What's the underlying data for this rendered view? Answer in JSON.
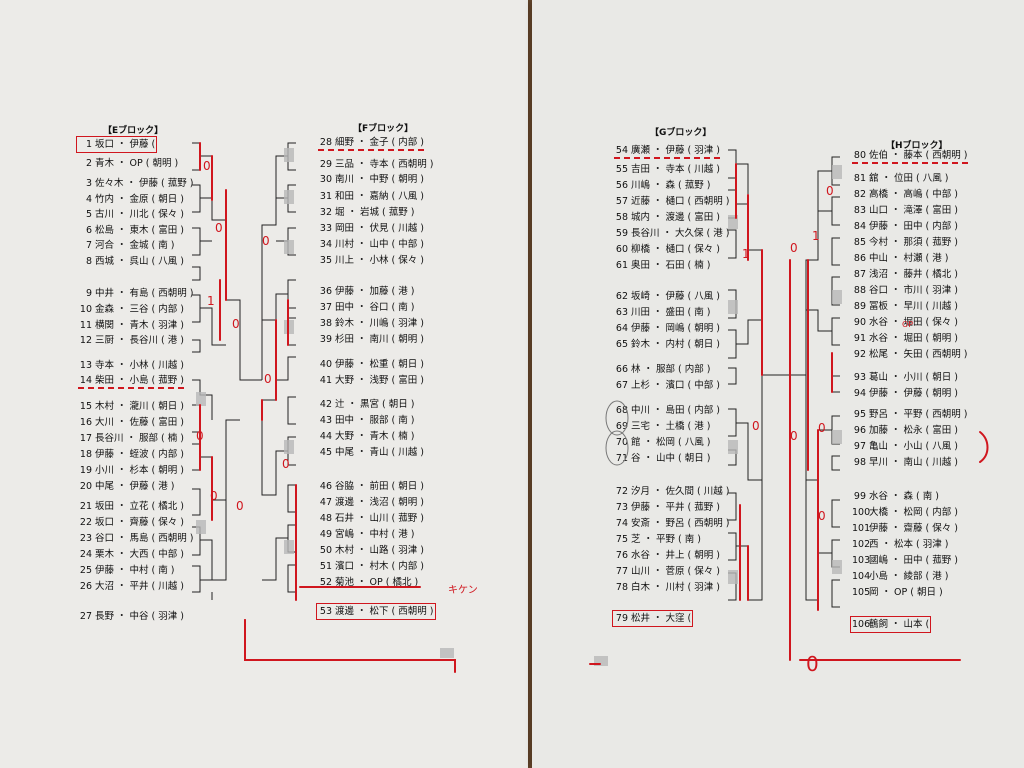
{
  "blocks": {
    "E": {
      "title": "【Eブロック】",
      "entries": [
        {
          "num": "1",
          "names": "坂口 ・ 伊藤",
          "team": "(",
          "mark": "box"
        },
        {
          "num": "2",
          "names": "青木 ・ OP",
          "team": "( 朝明 )"
        },
        {
          "num": "3",
          "names": "佐々木 ・ 伊藤",
          "team": "( 菰野 )"
        },
        {
          "num": "4",
          "names": "竹内 ・ 金原",
          "team": "( 朝日 )"
        },
        {
          "num": "5",
          "names": "古川 ・ 川北",
          "team": "( 保々 )"
        },
        {
          "num": "6",
          "names": "松島 ・ 東木",
          "team": "( 富田 )"
        },
        {
          "num": "7",
          "names": "河合 ・ 金城",
          "team": "( 南 )"
        },
        {
          "num": "8",
          "names": "西城 ・ 呉山",
          "team": "( 八風 )"
        },
        {
          "num": "9",
          "names": "中井 ・ 有島",
          "team": "( 西朝明 )"
        },
        {
          "num": "10",
          "names": "金森 ・ 三谷",
          "team": "( 内部 )"
        },
        {
          "num": "11",
          "names": "横関 ・ 青木",
          "team": "( 羽津 )"
        },
        {
          "num": "12",
          "names": "三厨 ・ 長谷川",
          "team": "( 港 )"
        },
        {
          "num": "13",
          "names": "寺本 ・ 小林",
          "team": "( 川越 )"
        },
        {
          "num": "14",
          "names": "柴田 ・ 小島",
          "team": "( 菰野 )",
          "mark": "dash"
        },
        {
          "num": "15",
          "names": "木村 ・ 瀧川",
          "team": "( 朝日 )"
        },
        {
          "num": "16",
          "names": "大川 ・ 佐藤",
          "team": "( 富田 )"
        },
        {
          "num": "17",
          "names": "長谷川 ・ 服部",
          "team": "( 楠 )"
        },
        {
          "num": "18",
          "names": "伊藤 ・ 蛭波",
          "team": "( 内部 )"
        },
        {
          "num": "19",
          "names": "小川 ・ 杉本",
          "team": "( 朝明 )"
        },
        {
          "num": "20",
          "names": "中尾 ・ 伊藤",
          "team": "( 港 )"
        },
        {
          "num": "21",
          "names": "坂田 ・ 立花",
          "team": "( 橘北 )"
        },
        {
          "num": "22",
          "names": "坂口 ・ 齊藤",
          "team": "( 保々 )"
        },
        {
          "num": "23",
          "names": "谷口 ・ 馬島",
          "team": "( 西朝明 )"
        },
        {
          "num": "24",
          "names": "栗木 ・ 大西",
          "team": "( 中部 )"
        },
        {
          "num": "25",
          "names": "伊藤 ・ 中村",
          "team": "( 南 )"
        },
        {
          "num": "26",
          "names": "大沼 ・ 平井",
          "team": "( 川越 )"
        },
        {
          "num": "27",
          "names": "長野 ・ 中谷",
          "team": "( 羽津 )"
        }
      ]
    },
    "F": {
      "title": "【Fブロック】",
      "entries": [
        {
          "num": "28",
          "names": "細野 ・ 金子",
          "team": "( 内部 )",
          "mark": "dash"
        },
        {
          "num": "29",
          "names": "三品 ・ 寺本",
          "team": "( 西朝明 )"
        },
        {
          "num": "30",
          "names": "南川 ・ 中野",
          "team": "( 朝明 )"
        },
        {
          "num": "31",
          "names": "和田 ・ 嘉納",
          "team": "( 八風 )"
        },
        {
          "num": "32",
          "names": "堀 ・ 岩城",
          "team": "( 菰野 )"
        },
        {
          "num": "33",
          "names": "岡田 ・ 伏見",
          "team": "( 川越 )"
        },
        {
          "num": "34",
          "names": "川村 ・ 山中",
          "team": "( 中部 )"
        },
        {
          "num": "35",
          "names": "川上 ・ 小林",
          "team": "( 保々 )"
        },
        {
          "num": "36",
          "names": "伊藤 ・ 加藤",
          "team": "( 港 )"
        },
        {
          "num": "37",
          "names": "田中 ・ 谷口",
          "team": "( 南 )"
        },
        {
          "num": "38",
          "names": "鈴木 ・ 川嶋",
          "team": "( 羽津 )"
        },
        {
          "num": "39",
          "names": "杉田 ・ 南川",
          "team": "( 朝明 )"
        },
        {
          "num": "40",
          "names": "伊藤 ・ 松重",
          "team": "( 朝日 )"
        },
        {
          "num": "41",
          "names": "大野 ・ 浅野",
          "team": "( 富田 )"
        },
        {
          "num": "42",
          "names": "辻 ・ 黒宮",
          "team": "( 朝日 )"
        },
        {
          "num": "43",
          "names": "田中 ・ 服部",
          "team": "( 南 )"
        },
        {
          "num": "44",
          "names": "大野 ・ 青木",
          "team": "( 楠 )"
        },
        {
          "num": "45",
          "names": "中尾 ・ 青山",
          "team": "( 川越 )"
        },
        {
          "num": "46",
          "names": "谷脇 ・ 前田",
          "team": "( 朝日 )"
        },
        {
          "num": "47",
          "names": "渡邊 ・ 浅沼",
          "team": "( 朝明 )"
        },
        {
          "num": "48",
          "names": "石井 ・ 山川",
          "team": "( 菰野 )"
        },
        {
          "num": "49",
          "names": "宮嶋 ・ 中村",
          "team": "( 港 )"
        },
        {
          "num": "50",
          "names": "木村 ・ 山路",
          "team": "( 羽津 )"
        },
        {
          "num": "51",
          "names": "濱口 ・ 村木",
          "team": "( 内部 )"
        },
        {
          "num": "52",
          "names": "菊池 ・ OP",
          "team": "( 橘北 )",
          "mark": "strike"
        },
        {
          "num": "53",
          "names": "渡邊 ・ 松下",
          "team": "( 西朝明 )",
          "mark": "box"
        }
      ]
    },
    "G": {
      "title": "【Gブロック】",
      "entries": [
        {
          "num": "54",
          "names": "廣瀬 ・ 伊藤",
          "team": "( 羽津 )",
          "mark": "dash"
        },
        {
          "num": "55",
          "names": "吉田 ・ 寺本",
          "team": "( 川越 )"
        },
        {
          "num": "56",
          "names": "川嶋 ・ 森",
          "team": "( 菰野 )"
        },
        {
          "num": "57",
          "names": "近藤 ・ 樋口",
          "team": "( 西朝明 )"
        },
        {
          "num": "58",
          "names": "城内 ・ 渡邊",
          "team": "( 富田 )"
        },
        {
          "num": "59",
          "names": "長谷川 ・ 大久保",
          "team": "( 港 )"
        },
        {
          "num": "60",
          "names": "柳橋 ・ 樋口",
          "team": "( 保々 )"
        },
        {
          "num": "61",
          "names": "奥田 ・ 石田",
          "team": "( 楠 )"
        },
        {
          "num": "62",
          "names": "坂崎 ・ 伊藤",
          "team": "( 八風 )"
        },
        {
          "num": "63",
          "names": "川田 ・ 盛田",
          "team": "( 南 )"
        },
        {
          "num": "64",
          "names": "伊藤 ・ 岡嶋",
          "team": "( 朝明 )"
        },
        {
          "num": "65",
          "names": "鈴木 ・ 内村",
          "team": "( 朝日 )"
        },
        {
          "num": "66",
          "names": "林 ・ 服部",
          "team": "( 内部 )"
        },
        {
          "num": "67",
          "names": "上杉 ・ 濱口",
          "team": "( 中部 )"
        },
        {
          "num": "68",
          "names": "中川 ・ 島田",
          "team": "( 内部 )"
        },
        {
          "num": "69",
          "names": "三宅 ・ 土橋",
          "team": "( 港 )"
        },
        {
          "num": "70",
          "names": "館 ・ 松岡",
          "team": "( 八風 )"
        },
        {
          "num": "71",
          "names": "谷 ・ 山中",
          "team": "( 朝日 )"
        },
        {
          "num": "72",
          "names": "汐月 ・ 佐久間",
          "team": "( 川越 )"
        },
        {
          "num": "73",
          "names": "伊藤 ・ 平井",
          "team": "( 菰野 )"
        },
        {
          "num": "74",
          "names": "安斎 ・ 野呂",
          "team": "( 西朝明 )"
        },
        {
          "num": "75",
          "names": "芝 ・ 平野",
          "team": "( 南 )"
        },
        {
          "num": "76",
          "names": "水谷 ・ 井上",
          "team": "( 朝明 )"
        },
        {
          "num": "77",
          "names": "山川 ・ 菅原",
          "team": "( 保々 )"
        },
        {
          "num": "78",
          "names": "白木 ・ 川村",
          "team": "( 羽津 )"
        },
        {
          "num": "79",
          "names": "松井 ・ 大窪",
          "team": "(",
          "mark": "box"
        }
      ]
    },
    "H": {
      "title": "【Hブロック】",
      "entries": [
        {
          "num": "80",
          "names": "佐伯 ・ 藤本",
          "team": "( 西朝明 )",
          "mark": "dash"
        },
        {
          "num": "81",
          "names": "舘 ・ 位田",
          "team": "( 八風 )"
        },
        {
          "num": "82",
          "names": "高橋 ・ 高嶋",
          "team": "( 中部 )"
        },
        {
          "num": "83",
          "names": "山口 ・ 滝澤",
          "team": "( 富田 )"
        },
        {
          "num": "84",
          "names": "伊藤 ・ 田中",
          "team": "( 内部 )"
        },
        {
          "num": "85",
          "names": "今村 ・ 那須",
          "team": "( 菰野 )"
        },
        {
          "num": "86",
          "names": "中山 ・ 村瀬",
          "team": "( 港 )"
        },
        {
          "num": "87",
          "names": "浅沼 ・ 藤井",
          "team": "( 橘北 )"
        },
        {
          "num": "88",
          "names": "谷口 ・ 市川",
          "team": "( 羽津 )"
        },
        {
          "num": "89",
          "names": "冨板 ・ 早川",
          "team": "( 川越 )"
        },
        {
          "num": "90",
          "names": "水谷 ・ 堀田",
          "team": "( 保々 )"
        },
        {
          "num": "91",
          "names": "水谷 ・ 堀田",
          "team": "( 朝明 )"
        },
        {
          "num": "92",
          "names": "松尾 ・ 矢田",
          "team": "( 西朝明 )"
        },
        {
          "num": "93",
          "names": "葛山 ・ 小川",
          "team": "( 朝日 )"
        },
        {
          "num": "94",
          "names": "伊藤 ・ 伊藤",
          "team": "( 朝明 )"
        },
        {
          "num": "95",
          "names": "野呂 ・ 平野",
          "team": "( 西朝明 )"
        },
        {
          "num": "96",
          "names": "加藤 ・ 松永",
          "team": "( 富田 )"
        },
        {
          "num": "97",
          "names": "亀山 ・ 小山",
          "team": "( 八風 )"
        },
        {
          "num": "98",
          "names": "早川 ・ 南山",
          "team": "( 川越 )"
        },
        {
          "num": "99",
          "names": "水谷 ・ 森",
          "team": "( 南 )"
        },
        {
          "num": "100",
          "names": "大橋 ・ 松岡",
          "team": "( 内部 )"
        },
        {
          "num": "101",
          "names": "伊藤 ・ 齋藤",
          "team": "( 保々 )"
        },
        {
          "num": "102",
          "names": "西 ・ 松本",
          "team": "( 羽津 )"
        },
        {
          "num": "103",
          "names": "國嶋 ・ 田中",
          "team": "( 菰野 )"
        },
        {
          "num": "104",
          "names": "小島 ・ 綾部",
          "team": "( 港 )"
        },
        {
          "num": "105",
          "names": "岡 ・ OP",
          "team": "( 朝日 )"
        },
        {
          "num": "106",
          "names": "鶴飼 ・ 山本",
          "team": "(",
          "mark": "box"
        }
      ]
    }
  },
  "annotations": {
    "kiken": "キケン",
    "op": "OP",
    "zero_mark": "0"
  },
  "colors": {
    "ink_red": "#d0161e",
    "paper": "#ecebe8",
    "wood": "#6b4a2e"
  }
}
